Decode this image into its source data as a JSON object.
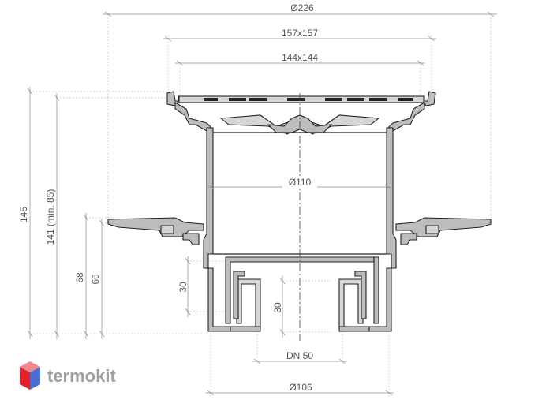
{
  "dimensions": {
    "overall_width": "Ø226",
    "frame_outer": "157x157",
    "frame_inner": "144x144",
    "body_diameter": "Ø110",
    "total_height": "145",
    "body_height": "141 (min. 85)",
    "flange_height_68": "68",
    "flange_height_66": "66",
    "trap_height_left": "30",
    "trap_height_center": "30",
    "outlet": "DN 50",
    "outlet_diameter": "Ø106"
  },
  "brand": {
    "name": "termokit",
    "logo_icon": "hexagon-cube-icon",
    "colors": {
      "logo_top": "#f08a8e",
      "logo_left": "#e0242e",
      "logo_right": "#4a6fd0",
      "text": "#9b9ea3"
    }
  }
}
